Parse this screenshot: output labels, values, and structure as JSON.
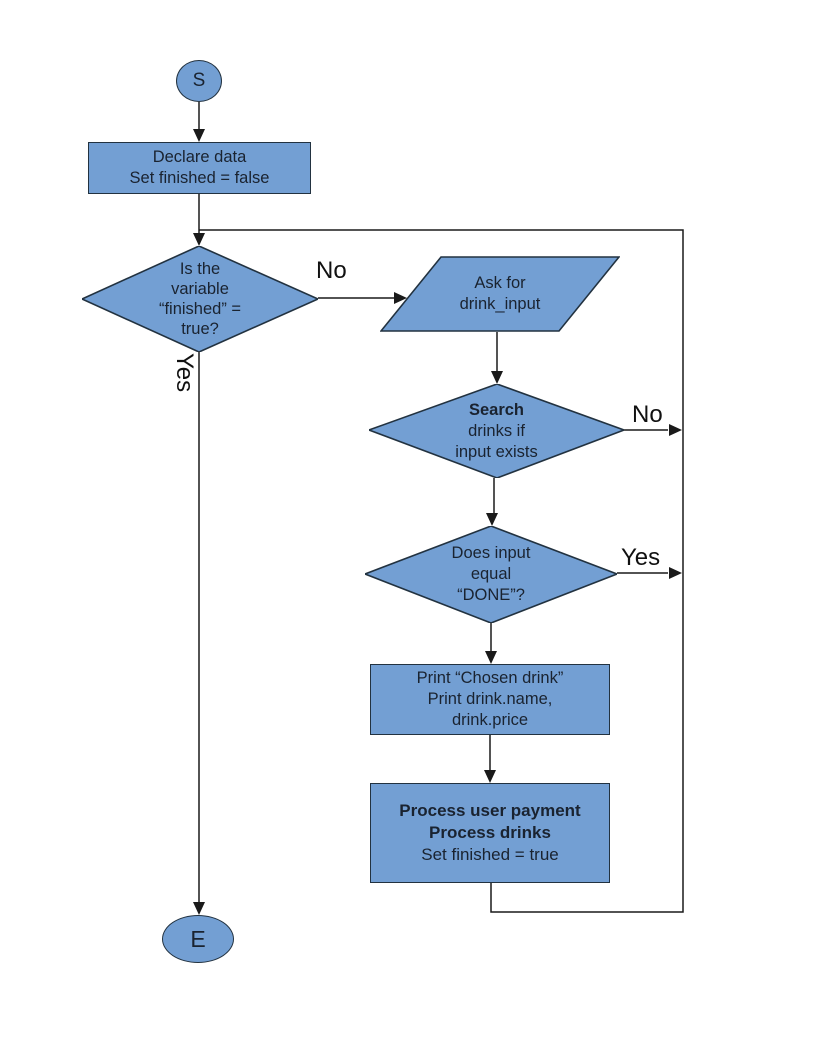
{
  "nodes": {
    "start": {
      "label": "S"
    },
    "declare": {
      "lines": [
        "Declare data",
        "Set finished = false"
      ]
    },
    "check_finished": {
      "lines": [
        "Is the",
        "variable",
        "“finished” =",
        "true?"
      ]
    },
    "ask_input": {
      "lines": [
        "Ask for",
        "drink_input"
      ]
    },
    "search": {
      "lines": [
        "Search",
        "drinks if",
        "input exists"
      ]
    },
    "check_done": {
      "lines": [
        "Does input",
        "equal",
        "“DONE”?"
      ]
    },
    "print": {
      "lines": [
        "Print “Chosen drink”",
        "Print drink.name,",
        "drink.price"
      ]
    },
    "process": {
      "lines": [
        "Process user payment",
        "Process drinks",
        "Set finished = true"
      ]
    },
    "end": {
      "label": "E"
    }
  },
  "edge_labels": {
    "no_finished": "No",
    "yes_finished": "Yes",
    "no_search": "No",
    "yes_done": "Yes"
  },
  "colors": {
    "shape_fill": "#739fd3",
    "shape_border": "#223240",
    "line": "#1a1a1a",
    "text": "#1a2330",
    "label": "#111111"
  }
}
